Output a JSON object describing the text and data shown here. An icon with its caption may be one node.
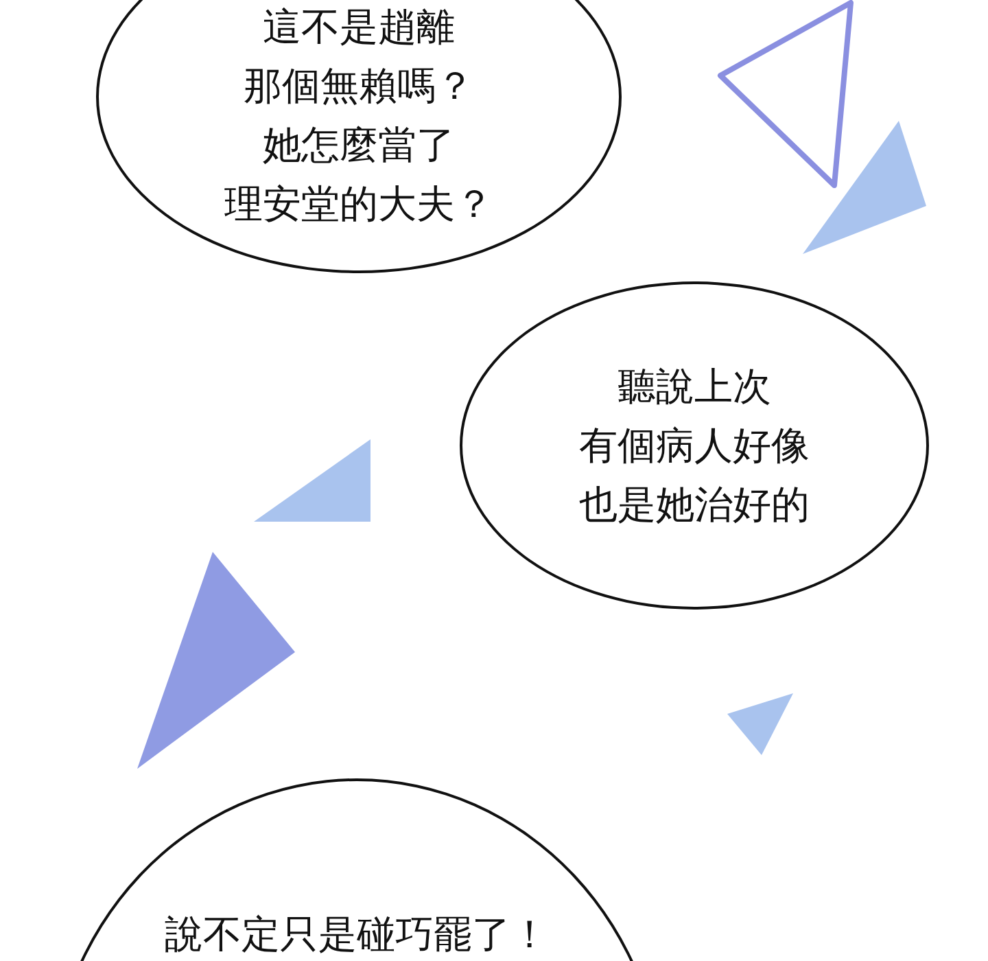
{
  "diagram": {
    "nodes": [
      {
        "text": [
          "這不是趙離那個無賴嗎？她怎麼當了理安堂的大夫？"
        ]
      },
      {
        "text": [
          "聽說上次有個病人好像也是她治好的"
        ]
      },
      {
        "text": [
          "說不定只是碰巧罷了！"
        ]
      }
    ]
  }
}
